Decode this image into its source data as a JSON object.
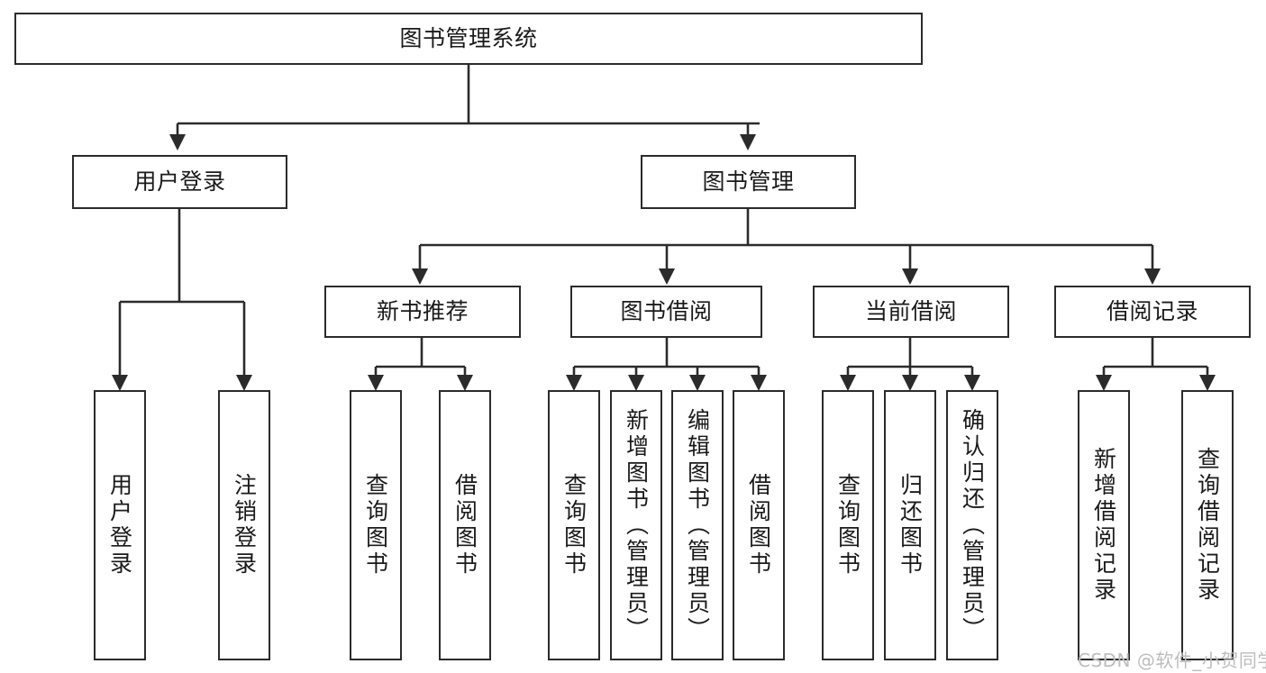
{
  "diagram": {
    "title": "图书管理系统",
    "type": "tree-hierarchy-diagram",
    "orientation": "top-down",
    "colors": {
      "box_border": "#2b2b2b",
      "box_fill": "#ffffff",
      "connector": "#2b2b2b",
      "text": "#1a1a1a",
      "watermark": "#bdbdbd",
      "background": "#ffffff"
    },
    "root": {
      "label": "图书管理系统",
      "text_direction": "horizontal"
    },
    "level2": [
      {
        "label": "用户登录",
        "text_direction": "horizontal"
      },
      {
        "label": "图书管理",
        "text_direction": "horizontal"
      }
    ],
    "level3": [
      {
        "label": "新书推荐",
        "text_direction": "horizontal",
        "parent": "图书管理"
      },
      {
        "label": "图书借阅",
        "text_direction": "horizontal",
        "parent": "图书管理"
      },
      {
        "label": "当前借阅",
        "text_direction": "horizontal",
        "parent": "图书管理"
      },
      {
        "label": "借阅记录",
        "text_direction": "horizontal",
        "parent": "图书管理"
      }
    ],
    "leaves": [
      {
        "label": "用户登录",
        "text_direction": "vertical",
        "parent": "用户登录"
      },
      {
        "label": "注销登录",
        "text_direction": "vertical",
        "parent": "用户登录"
      },
      {
        "label": "查询图书",
        "text_direction": "vertical",
        "parent": "新书推荐"
      },
      {
        "label": "借阅图书",
        "text_direction": "vertical",
        "parent": "新书推荐"
      },
      {
        "label": "查询图书",
        "text_direction": "vertical",
        "parent": "图书借阅"
      },
      {
        "label": "新增图书（管理员）",
        "text_direction": "vertical",
        "parent": "图书借阅"
      },
      {
        "label": "编辑图书（管理员）",
        "text_direction": "vertical",
        "parent": "图书借阅"
      },
      {
        "label": "借阅图书",
        "text_direction": "vertical",
        "parent": "图书借阅"
      },
      {
        "label": "查询图书",
        "text_direction": "vertical",
        "parent": "当前借阅"
      },
      {
        "label": "归还图书",
        "text_direction": "vertical",
        "parent": "当前借阅"
      },
      {
        "label": "确认归还（管理员）",
        "text_direction": "vertical",
        "parent": "当前借阅"
      },
      {
        "label": "新增借阅记录",
        "text_direction": "vertical",
        "parent": "借阅记录"
      },
      {
        "label": "查询借阅记录",
        "text_direction": "vertical",
        "parent": "借阅记录"
      }
    ],
    "watermark": "CSDN @软件_小贺同学"
  }
}
